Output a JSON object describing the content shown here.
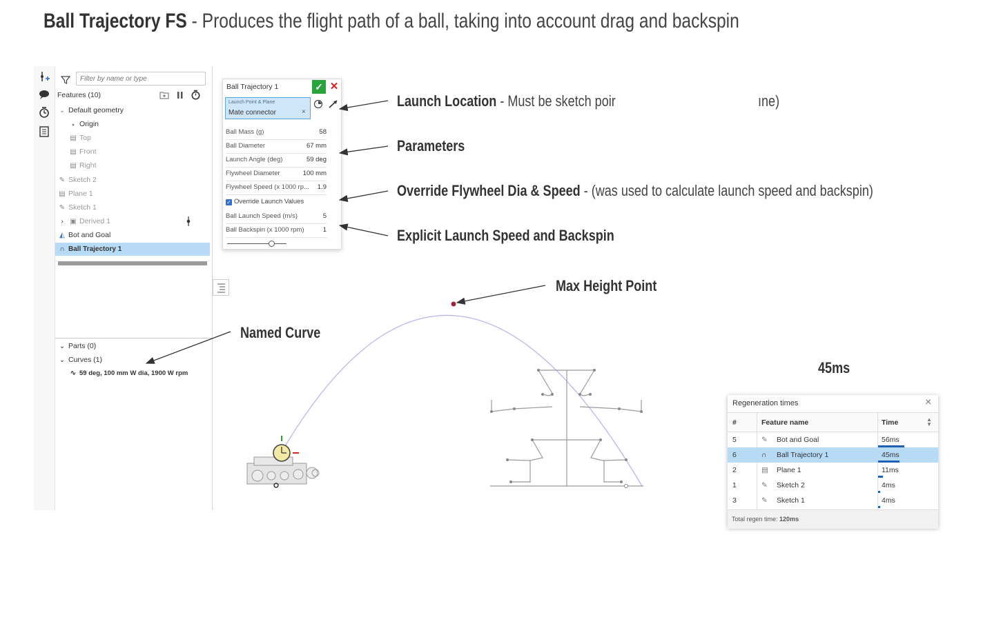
{
  "header": {
    "title_bold": "Ball Trajectory FS",
    "title_rest": " - Produces the flight path of a ball, taking into account drag and backspin"
  },
  "feature_panel": {
    "filter_placeholder": "Filter by name or type",
    "features_label": "Features (10)",
    "tree": [
      {
        "label": "Default geometry"
      },
      {
        "label": "Origin"
      },
      {
        "label": "Top"
      },
      {
        "label": "Front"
      },
      {
        "label": "Right"
      },
      {
        "label": "Sketch 2"
      },
      {
        "label": "Plane 1"
      },
      {
        "label": "Sketch 1"
      },
      {
        "label": "Derived 1"
      },
      {
        "label": "Bot and Goal"
      },
      {
        "label": "Ball Trajectory 1"
      }
    ],
    "parts_label": "Parts (0)",
    "curves_label": "Curves (1)",
    "curve_item": "59 deg, 100 mm W dia, 1900 W rpm"
  },
  "dialog": {
    "title": "Ball Trajectory 1",
    "mate_small_label": "Launch Point & Plane",
    "mate_value": "Mate connector",
    "params": [
      {
        "label": "Ball Mass (g)",
        "value": "58"
      },
      {
        "label": "Ball Diameter",
        "value": "67 mm"
      },
      {
        "label": "Launch Angle (deg)",
        "value": "59 deg"
      },
      {
        "label": "Flywheel Diameter",
        "value": "100 mm"
      },
      {
        "label": "Flywheel Speed (x 1000 rp...",
        "value": "1.9"
      }
    ],
    "override_label": "Override Launch Values",
    "params2": [
      {
        "label": "Ball Launch Speed (m/s)",
        "value": "5"
      },
      {
        "label": "Ball Backspin (x 1000 rpm)",
        "value": "1"
      }
    ]
  },
  "callouts": {
    "launch_bold": "Launch Location",
    "launch_rest": " - Must be sketch poir",
    "launch_tail": "ıne)",
    "parameters": "Parameters",
    "override_bold": "Override Flywheel Dia & Speed",
    "override_rest": " - (was used to calculate launch speed and backspin)",
    "explicit": "Explicit Launch Speed and Backspin",
    "max_height": "Max Height Point",
    "named_curve": "Named Curve",
    "time_45": "45ms"
  },
  "regen": {
    "title": "Regeneration times",
    "col_num": "#",
    "col_name": "Feature name",
    "col_time": "Time",
    "rows": [
      {
        "num": "5",
        "name": "Bot and Goal",
        "time": "56ms",
        "bar_ms": 56
      },
      {
        "num": "6",
        "name": "Ball Trajectory 1",
        "time": "45ms",
        "bar_ms": 45
      },
      {
        "num": "2",
        "name": "Plane 1",
        "time": "11ms",
        "bar_ms": 11
      },
      {
        "num": "1",
        "name": "Sketch 2",
        "time": "4ms",
        "bar_ms": 4
      },
      {
        "num": "3",
        "name": "Sketch 1",
        "time": "4ms",
        "bar_ms": 4
      }
    ],
    "footer_label": "Total regen time: ",
    "footer_value": "120ms"
  },
  "colors": {
    "selection": "#b7dbf5",
    "accent_blue": "#1f5fb5",
    "ok_green": "#29a33c",
    "trajectory": "#b9b6ee",
    "max_point": "#a0253a"
  }
}
